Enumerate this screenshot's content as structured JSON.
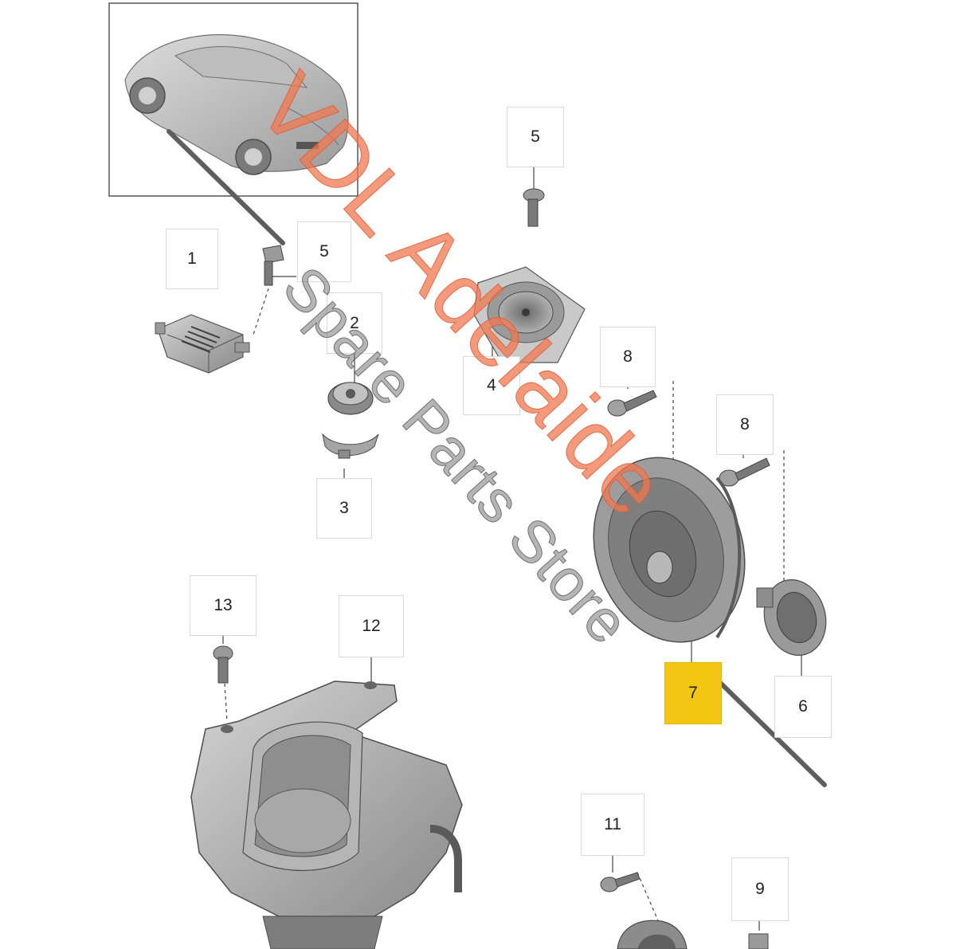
{
  "callouts": {
    "c1": "1",
    "c2": "2",
    "c3": "3",
    "c4": "4",
    "c5a": "5",
    "c5b": "5",
    "c6": "6",
    "c7": "7",
    "c8a": "8",
    "c8b": "8",
    "c9": "9",
    "c11": "11",
    "c12": "12",
    "c13": "13"
  },
  "watermark": {
    "brand": "VDL Adelaide",
    "subline": "Spare Parts Store"
  },
  "colors": {
    "highlight": "#f3c614",
    "watermark_red": "#ee6d4a",
    "part_grey": "#8c8c8c"
  }
}
